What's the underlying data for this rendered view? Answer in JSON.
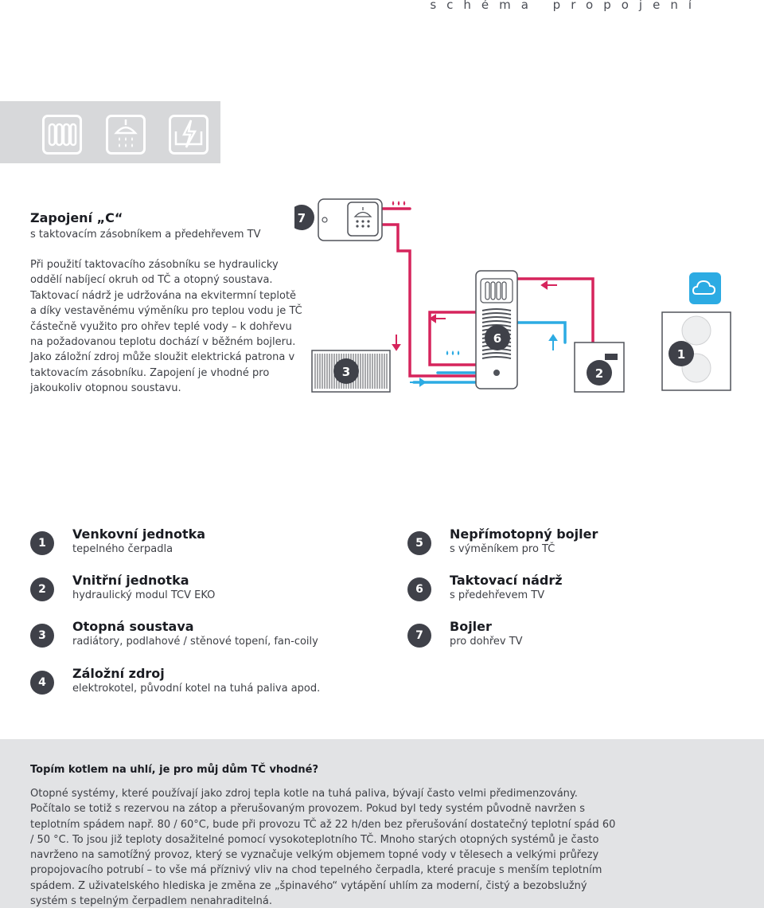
{
  "header": {
    "title": "schéma propojení"
  },
  "icons": [
    "radiator-icon",
    "shower-icon",
    "electric-heating-icon"
  ],
  "section": {
    "title": "Zapojení „C“",
    "subtitle": "s taktovacím zásobníkem a předehřevem TV",
    "description": "Při použití taktovacího zásobníku se hydraulicky oddělí nabíjecí okruh od TČ a otopný soustava. Taktovací nádrž je udržována na ekvitermní teplotě a díky vestavěnému výměníku pro teplou vodu je TČ částečně využito pro ohřev teplé vody – k dohřevu na požadovanou teplotu dochází v běžném bojleru. Jako záložní zdroj může sloužit elektrická patrona v taktovacím zásobníku. Zapojení je vhodné pro jakoukoliv otopnou soustavu."
  },
  "diagram": {
    "badges": {
      "n1": "1",
      "n2": "2",
      "n3": "3",
      "n6": "6",
      "n7": "7"
    },
    "colors": {
      "hot": "#d6245c",
      "cold": "#2cabe3",
      "unit": "#3f4149",
      "line": "#50535a"
    }
  },
  "legend": [
    {
      "num": "1",
      "title": "Venkovní jednotka",
      "sub": "tepelného čerpadla"
    },
    {
      "num": "2",
      "title": "Vnitřní jednotka",
      "sub": "hydraulický modul TCV EKO"
    },
    {
      "num": "3",
      "title": "Otopná soustava",
      "sub": "radiátory, podlahové / stěnové topení, fan-coily"
    },
    {
      "num": "4",
      "title": "Záložní zdroj",
      "sub": "elektrokotel, původní kotel na tuhá paliva apod."
    },
    {
      "num": "5",
      "title": "Nepřímotopný bojler",
      "sub": "s výměníkem pro TČ"
    },
    {
      "num": "6",
      "title": "Taktovací nádrž",
      "sub": "s předehřevem TV"
    },
    {
      "num": "7",
      "title": "Bojler",
      "sub": "pro dohřev TV"
    }
  ],
  "info": {
    "title": "Topím kotlem na uhlí, je pro můj dům TČ vhodné?",
    "text": "Otopné systémy, které používají jako zdroj tepla kotle na tuhá paliva, bývají často velmi předimenzovány. Počítalo se totiž s rezervou na zátop a přerušovaným provozem. Pokud byl tedy systém původně navržen s teplotním spádem např. 80 / 60°C, bude při provozu TČ až 22 h/den bez přerušování dostatečný teplotní spád 60 / 50 °C. To jsou již teploty dosažitelné pomocí vysokoteplotního TČ. Mnoho starých otopných systémů je často navrženo na samotížný provoz, který se vyznačuje velkým objemem topné vody v tělesech a velkými průřezy propojovacího potrubí – to vše má příznivý vliv na chod tepelného čerpadla, které pracuje s menším teplotním spádem. Z uživatelského hlediska je změna ze „špinavého“ vytápění uhlím za moderní, čistý a bezobslužný systém s tepelným čerpadlem nenahraditelná."
  }
}
